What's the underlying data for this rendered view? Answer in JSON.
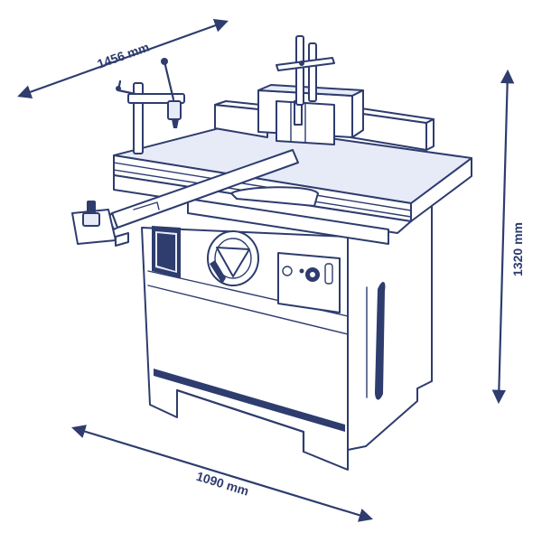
{
  "dimensions": {
    "depth": "1456 mm",
    "width": "1090 mm",
    "height": "1320 mm"
  },
  "colors": {
    "line": "#2e3c6e",
    "fill_light": "#e6ebf7",
    "background": "#ffffff"
  },
  "icons": {
    "machine": "spindle-moulder-icon",
    "arrow": "double-headed-arrow"
  }
}
